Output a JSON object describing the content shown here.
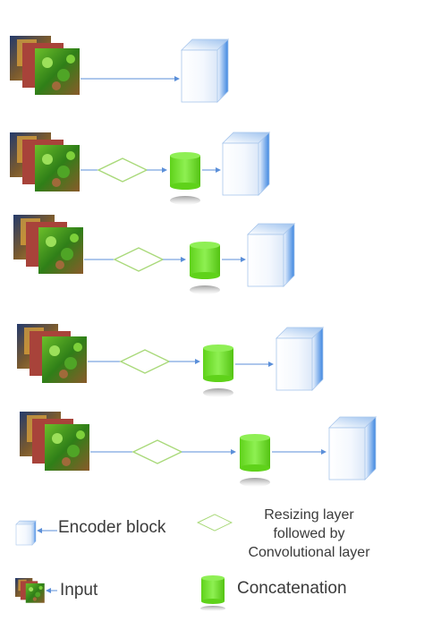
{
  "legend": {
    "encoder_block": "Encoder block",
    "resizing_layer": "Resizing layer\nfollowed by\nConvolutional layer",
    "input": "Input",
    "concatenation": "Concatenation"
  },
  "colors": {
    "arrow": "#5b8fd9",
    "diamond_stroke": "#a9d97a",
    "cylinder_fill": "#6fe026",
    "encoder_gradient_dark": "#3d86e0"
  },
  "icons": [
    "input-image-stack-icon",
    "resize-conv-diamond-icon",
    "concatenation-cylinder-icon",
    "encoder-block-cube-icon"
  ]
}
